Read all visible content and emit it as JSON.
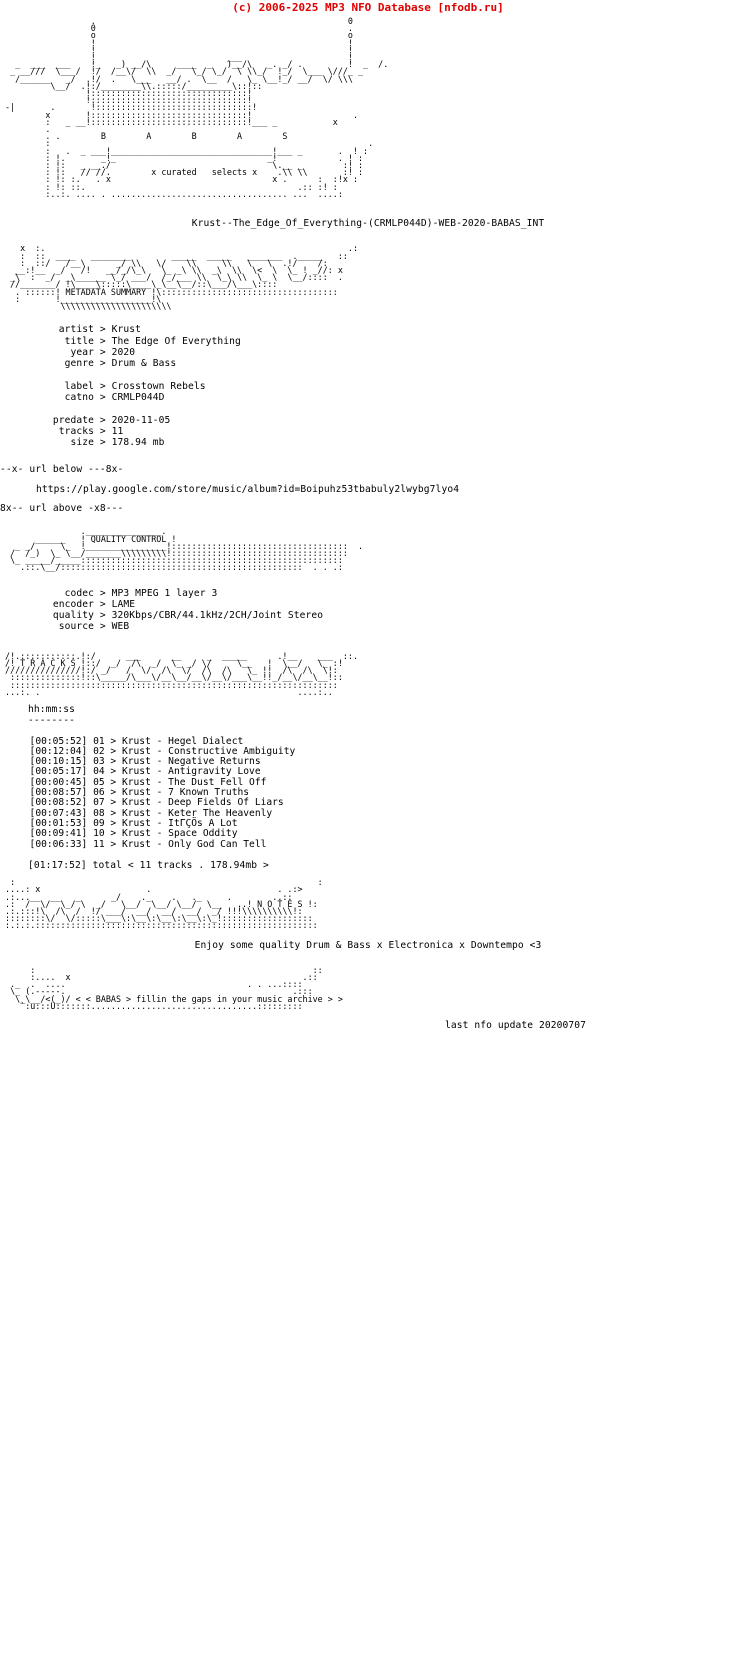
{
  "page": {
    "site_header": "(c) 2006-2025 MP3 NFO Database [nfodb.ru]",
    "accent_color": "#e00000",
    "text_color": "#000000",
    "background_color": "#ffffff"
  },
  "banner": {
    "group_letters": "B        A        B        A        S",
    "tagline": "x curated   selects x",
    "art_top": "                  .                                                  0\n                  0                                                  .\n                  o                                                  o\n                  !                                                  !\n                  !                                                  !\n                  !                          ___                     !\n   _  ___  ___    !_   _) __/\\     ____  _   )__/\\   _. _/ .         !  _  /.\n  _ __///  \\___/  !/  /__\\/  \\\\  _/   \\_/ \\_/  \\ \\\\_/  !_/  \\___ \\///_ _\n   /______   _/  .!/  .   \\___   __/ .  \\__  /   \\_ \\__!_/ __/  \\/ \\\\\\\n          \\__/  .!:/________\\\\.:::::/_________\\::!::\n                 !:::::::::::::::::::::::::::::::!\n                 !:::::::::::::::::::::::::::::::!",
    "art_mid": " -|       .       !:::::::::::::::::::::::::::::::!\n         x       !:::::::::::::::::::::::::::::::!                    .\n         :   _ __!:::::::::::::::::::::::::::::::!___ _           x\n         .\n         . .        B        A        B        A        S\n         :                                                               .\n         :   .  _ ___!________________________________!___ _       .  ! :\n         : !.       _!_                              _!            . ! :\n         : !:   _ __./                                \\.__ _        :! :\n         : !:   // //.        x curated   selects x    .\\\\ \\\\       :! :\n         : !: :.   . x                                x .      :  :!x :\n         : !: ::.                                          .:: :! :\n         :..:. .... . ................................... ...  ....:"
  },
  "release": {
    "dirname": "Krust--The_Edge_Of_Everything-(CRMLP044D)-WEB-2020-BABAS_INT"
  },
  "metadata_section": {
    "heading": "METADATA SUMMARY",
    "fields": [
      {
        "label": "artist",
        "sep": ">",
        "value": "Krust"
      },
      {
        "label": "title",
        "sep": ">",
        "value": "The Edge Of Everything"
      },
      {
        "label": "year",
        "sep": ">",
        "value": "2020"
      },
      {
        "label": "genre",
        "sep": ">",
        "value": "Drum & Bass"
      }
    ],
    "fields2": [
      {
        "label": "label",
        "sep": ">",
        "value": "Crosstown Rebels"
      },
      {
        "label": "catno",
        "sep": ">",
        "value": "CRMLP044D"
      }
    ],
    "fields3": [
      {
        "label": "predate",
        "sep": ">",
        "value": "2020-11-05"
      },
      {
        "label": "tracks",
        "sep": ">",
        "value": "11"
      },
      {
        "label": "size",
        "sep": ">",
        "value": "178.94 mb"
      }
    ],
    "block": "          artist > Krust\n           title > The Edge Of Everything\n            year > 2020\n           genre > Drum & Bass\n\n           label > Crosstown Rebels\n           catno > CRMLP044D\n\n         predate > 2020-11-05\n          tracks > 11\n            size > 178.94 mb"
  },
  "url_section": {
    "marker_above": "--x- url below ---8x-",
    "url": "https://play.google.com/store/music/album?id=Boipuhz53tbabuly2lwybg7lyo4",
    "marker_below": "8x-- url above -x8---"
  },
  "quality_section": {
    "heading": "QUALITY CONTROL",
    "fields": [
      {
        "label": "codec",
        "sep": ">",
        "value": "MP3 MPEG 1 layer 3"
      },
      {
        "label": "encoder",
        "sep": ">",
        "value": "LAME"
      },
      {
        "label": "quality",
        "sep": ">",
        "value": "320Kbps/CBR/44.1kHz/2CH/Joint Stereo"
      },
      {
        "label": "source",
        "sep": ">",
        "value": "WEB"
      }
    ],
    "block": "           codec > MP3 MPEG 1 layer 3\n         encoder > LAME\n         quality > 320Kbps/CBR/44.1kHz/2CH/Joint Stereo\n          source > WEB"
  },
  "tracks_section": {
    "heading": "T R A C K S",
    "time_header": "hh:mm:ss",
    "time_rule": "--------",
    "rows": [
      {
        "time": "[00:05:52]",
        "num": "01",
        "sep": ">",
        "artist": "Krust",
        "dash": "-",
        "title": "Hegel Dialect"
      },
      {
        "time": "[00:12:04]",
        "num": "02",
        "sep": ">",
        "artist": "Krust",
        "dash": "-",
        "title": "Constructive Ambiguity"
      },
      {
        "time": "[00:10:15]",
        "num": "03",
        "sep": ">",
        "artist": "Krust",
        "dash": "-",
        "title": "Negative Returns"
      },
      {
        "time": "[00:05:17]",
        "num": "04",
        "sep": ">",
        "artist": "Krust",
        "dash": "-",
        "title": "Antigravity Love"
      },
      {
        "time": "[00:00:45]",
        "num": "05",
        "sep": ">",
        "artist": "Krust",
        "dash": "-",
        "title": "The Dust Fell Off"
      },
      {
        "time": "[00:08:57]",
        "num": "06",
        "sep": ">",
        "artist": "Krust",
        "dash": "-",
        "title": "7 Known Truths"
      },
      {
        "time": "[00:08:52]",
        "num": "07",
        "sep": ">",
        "artist": "Krust",
        "dash": "-",
        "title": "Deep Fields Of Liars"
      },
      {
        "time": "[00:07:43]",
        "num": "08",
        "sep": ">",
        "artist": "Krust",
        "dash": "-",
        "title": "Keter The Heavenly"
      },
      {
        "time": "[00:01:53]",
        "num": "09",
        "sep": ">",
        "artist": "Krust",
        "dash": "-",
        "title": "ItΓÇÖs A Lot"
      },
      {
        "time": "[00:09:41]",
        "num": "10",
        "sep": ">",
        "artist": "Krust",
        "dash": "-",
        "title": "Space Oddity"
      },
      {
        "time": "[00:06:33]",
        "num": "11",
        "sep": ">",
        "artist": "Krust",
        "dash": "-",
        "title": "Only God Can Tell"
      }
    ],
    "total": "[01:17:52] total < 11 tracks . 178.94mb >",
    "block": "  [00:05:52] 01 > Krust - Hegel Dialect\n  [00:12:04] 02 > Krust - Constructive Ambiguity\n  [00:10:15] 03 > Krust - Negative Returns\n  [00:05:17] 04 > Krust - Antigravity Love\n  [00:00:45] 05 > Krust - The Dust Fell Off\n  [00:08:57] 06 > Krust - 7 Known Truths\n  [00:08:52] 07 > Krust - Deep Fields Of Liars\n  [00:07:43] 08 > Krust - Keter The Heavenly\n  [00:01:53] 09 > Krust - ItΓÇÖs A Lot\n  [00:09:41] 10 > Krust - Space Oddity\n  [00:06:33] 11 > Krust - Only God Can Tell"
  },
  "notes_section": {
    "heading": "N O T E S",
    "text": "Enjoy some quality Drum & Bass x Electronica x Downtempo <3"
  },
  "footer_section": {
    "group_line": "< < BABAS > fillin the gaps in your music archive > >",
    "last_update_label": "last nfo update",
    "last_update_value": "20200707"
  },
  "ascii": {
    "metadata_banner": "    x  :.                                                            .:\n    :  ::  ____   ________        _____  _____   _______  ._____   ::\n    :  ::/   /__\\      _/ \\\\   \\/    \\\\     \\\\   \\   \\  .!/    /:\n   __:!__  _/   /!   __/_/\\_\\   \\_ _\\ \\\\  _\\  \\\\  \\<  \\  \\_ ! _//: x\n  _\\  :  _/  _\\______ \\_/ ___/  /_/___ \\\\  \\_\\ \\\\  \\_ \\  \\__/::::  .\n  //_______/ !\\____\\:::::\\____\\_\\__\\__/::\\___/\\___\\::::\n   . ::::::! METADATA SUMMARY !\\:::::::::::::::::::::::::::::::::::\n   :       !__________________!\\\n            \\\\\\\\\\\\\\\\\\\\\\\\\\\\\\\\\\\\\\\\\\\\",
    "quality_banner": "                ._______________.\n       ______   ! QUALITY CONTROL !\n   _ _/     \\_  !________________!:::::::::::::::::::::::::::::::::::  .\n  /  /_)  \\_ \\__/_______\\\\\\\\\\\\\\\\\\!:::::::::::::::::::::::::::::::::::\n  \\_ _____/_____::::::::::::::::::::::::::::::::::::::::::::::::::::\n    .::.\\__/::::::::::::::::::::::::::::::::::::::::::::::::  . . .:",
    "tracks_banner": " /!.:::::::::::.!:/      ___      __     _  _____      .!__    ___  ::.\n /! T R A C K S !::/  _/  /\\  _/  \\_ _/ \\/     \\__   !  \\__/   \\_ :!\n ///////////////!:/ _/   /  \\/  /\\  \\/  /\\  /\\   \\_ !!  /\\  /\\  \\!:\n  ::::::::::::::!::\\_____/\\___\\/__\\__/__\\/__\\/___\\__!!_/__\\/__\\__!::\n  :::::::::::::::::::::::::::::::::::::::::::::::::::::::::::::::::\n ...:. .                                                   ....:..",
    "notes_banner": "  :                                                            :\n ....: x                     .                         . .:>\n .:...__  __   _      _/    ._    .   ._     .        ..::\n .:  /  \\/  \\_/ \\  _/   \\__/  \\__/ \\__/  \\__   ..! N O T E S !:\n .:.:::!\\  /\\  /  !/ ___/  __/  __/  __/  _/ !!!\\\\\\\\\\\\\\\\\\\\!:\n ::::::::\\/  \\/:::::\\___\\:\\__\\:\\__\\:\\__\\:\\_!::::::::::::::::::\n :.:.:.::::::::::::::::::::::::::::::::::::::::::::::::::::::::",
    "footer_art": "      :                                                       ::\n      :....  x                                              .::\n  ._  .  ....                                    . . ...::::\n  \\_ (.-----.                                             .:::\n   \\_\\__/<(_)/ < < BABAS > fillin the gaps in your music archive > >\n    `:u:::U:::::::.................................:::::::::"
  }
}
